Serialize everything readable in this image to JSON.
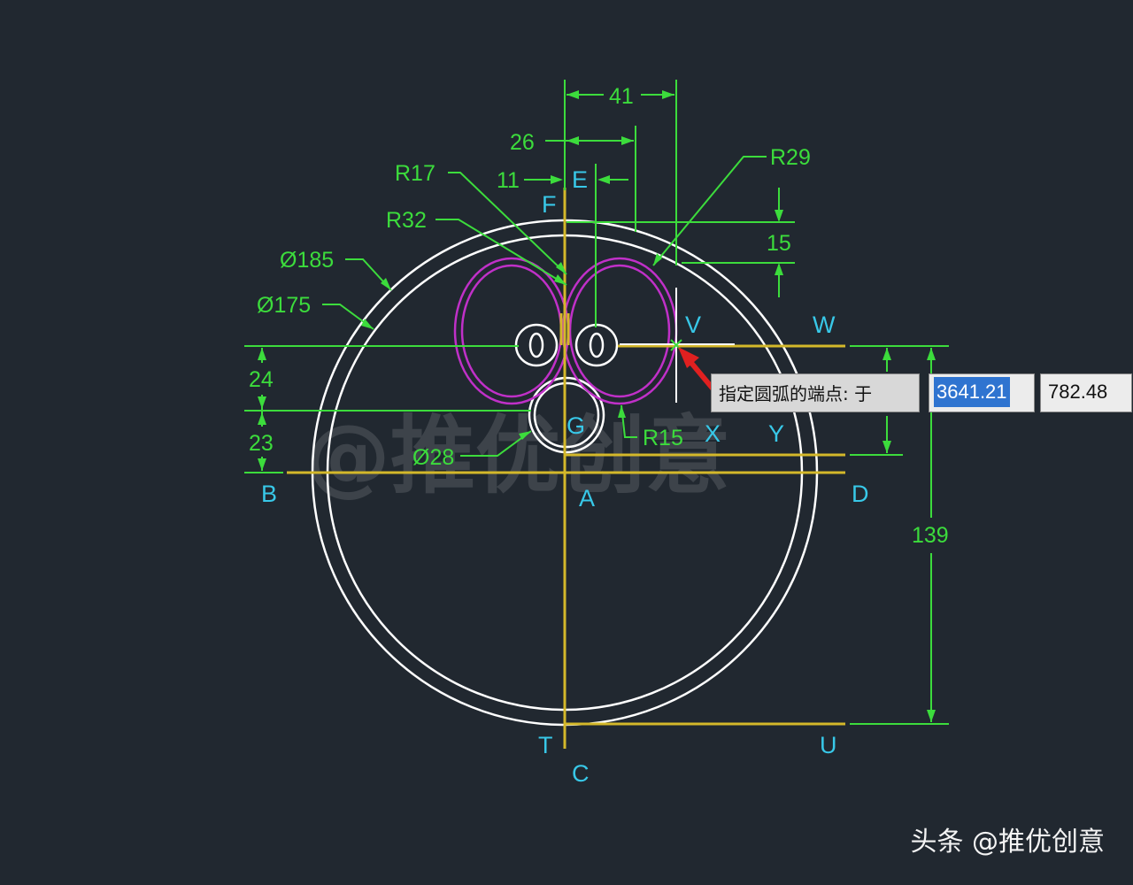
{
  "watermark": "@推优创意",
  "credit": "头条 @推优创意",
  "prompt": {
    "label": "指定圆弧的端点: 于",
    "x_value": "3641.21",
    "y_value": "782.48"
  },
  "dimensions": {
    "d41": "41",
    "d26": "26",
    "d11": "11",
    "d15": "15",
    "d24": "24",
    "d23": "23",
    "d139": "139",
    "r17": "R17",
    "r32": "R32",
    "r29": "R29",
    "r15": "R15",
    "dia185": "Ø185",
    "dia175": "Ø175",
    "dia28": "Ø28"
  },
  "points": {
    "A": "A",
    "B": "B",
    "C": "C",
    "D": "D",
    "E": "E",
    "F": "F",
    "G": "G",
    "T": "T",
    "U": "U",
    "V": "V",
    "W": "W",
    "X": "X",
    "Y": "Y"
  },
  "colors": {
    "background": "#212830",
    "dimension": "#3cdc3c",
    "label": "#38c8e8",
    "construction": "#d4b82a",
    "geometry": "#ffffff",
    "arc": "#c030c8",
    "pointer": "#e02020"
  }
}
